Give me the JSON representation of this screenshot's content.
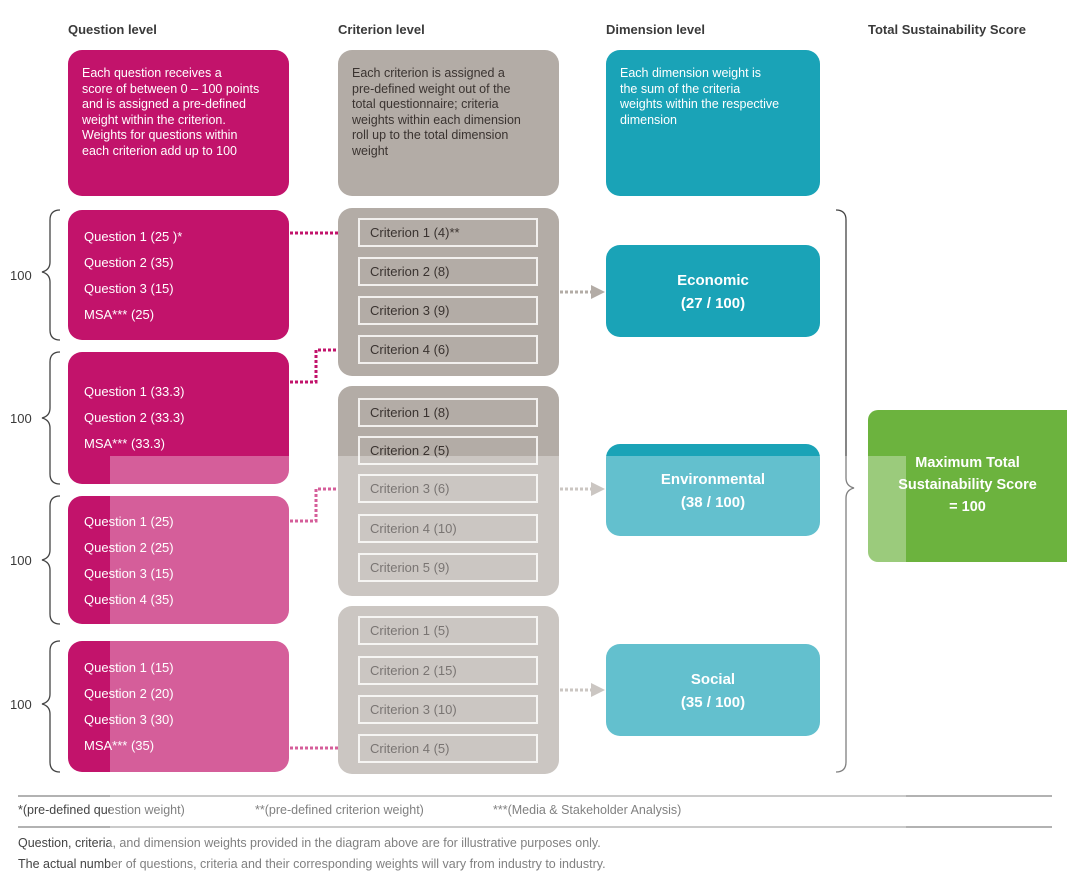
{
  "headers": {
    "question": "Question level",
    "criterion": "Criterion level",
    "dimension": "Dimension level",
    "total": "Total Sustainability Score"
  },
  "descriptions": {
    "question": "Each question receives a\nscore of between 0 – 100 points\nand is assigned a pre-defined\nweight within the criterion.\nWeights for questions within\neach criterion add up to 100",
    "criterion": "Each criterion is assigned a\npre-defined weight out of the\ntotal questionnaire; criteria\nweights within each dimension\nroll up to the total dimension\nweight",
    "dimension": "Each dimension weight is\nthe sum of the criteria\nweights within the respective\ndimension"
  },
  "question_groups": [
    {
      "sum": "100",
      "items": [
        "Question 1 (25 )*",
        "Question 2 (35)",
        "Question 3 (15)",
        "MSA*** (25)"
      ]
    },
    {
      "sum": "100",
      "items": [
        "Question 1 (33.3)",
        "Question 2 (33.3)",
        "MSA*** (33.3)"
      ]
    },
    {
      "sum": "100",
      "items": [
        "Question 1 (25)",
        "Question 2 (25)",
        "Question 3 (15)",
        "Question 4 (35)"
      ]
    },
    {
      "sum": "100",
      "items": [
        "Question 1 (15)",
        "Question 2 (20)",
        "Question 3 (30)",
        "MSA*** (35)"
      ]
    }
  ],
  "criteria_groups": [
    {
      "items": [
        "Criterion 1 (4)**",
        "Criterion 2 (8)",
        "Criterion 3 (9)",
        "Criterion 4 (6)"
      ]
    },
    {
      "items": [
        "Criterion 1 (8)",
        "Criterion 2 (5)",
        "Criterion 3 (6)",
        "Criterion 4 (10)",
        "Criterion 5 (9)"
      ]
    },
    {
      "items": [
        "Criterion 1 (5)",
        "Criterion 2 (15)",
        "Criterion 3 (10)",
        "Criterion 4 (5)"
      ]
    }
  ],
  "dimensions": [
    {
      "name": "Economic",
      "weight": "(27 / 100)"
    },
    {
      "name": "Environmental",
      "weight": "(38 / 100)"
    },
    {
      "name": "Social",
      "weight": "(35 / 100)"
    }
  ],
  "total_box": {
    "line1": "Maximum Total",
    "line2": "Sustainability Score",
    "line3": "= 100"
  },
  "legend": {
    "q": "*(pre-defined question weight)",
    "c": "**(pre-defined criterion weight)",
    "m": "***(Media & Stakeholder Analysis)"
  },
  "notes": [
    "Question, criteria, and dimension weights provided in the diagram above are for illustrative purposes only.",
    "The actual number of questions, criteria and their corresponding weights will vary from industry to industry."
  ],
  "colors": {
    "magenta": "#c2136b",
    "gray": "#b3aca6",
    "teal": "#1aa3b7",
    "green": "#6cb33e"
  }
}
